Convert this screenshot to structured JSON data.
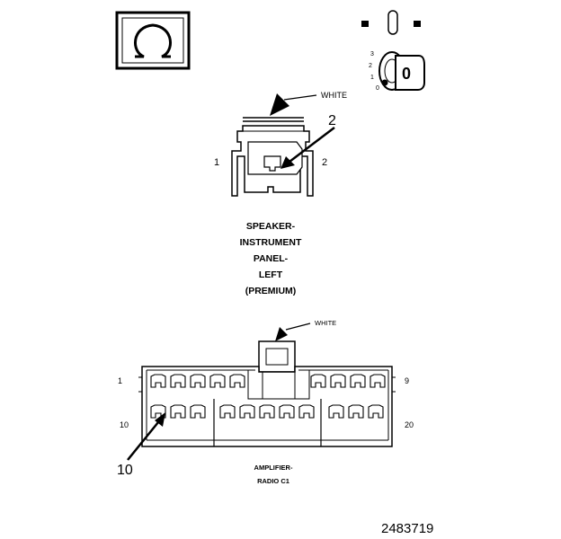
{
  "symbol_box": {
    "icon": "omega-icon"
  },
  "ignition_key": {
    "icon": "ignition-key-icon",
    "positions": [
      "3",
      "2",
      "1",
      "0"
    ],
    "key_label": "0"
  },
  "speaker_connector": {
    "color_label": "WHITE",
    "callout_number": "2",
    "pin_left": "1",
    "pin_right": "2",
    "title_lines": [
      "SPEAKER-",
      "INSTRUMENT",
      "PANEL-",
      "LEFT",
      "(PREMIUM)"
    ]
  },
  "amplifier_connector": {
    "color_label": "WHITE",
    "pin_top_left": "1",
    "pin_top_right": "9",
    "pin_bottom_left": "10",
    "pin_bottom_right": "20",
    "callout_number": "10",
    "title_lines": [
      "AMPLIFIER-",
      "RADIO C1"
    ]
  },
  "figure_id": "2483719"
}
